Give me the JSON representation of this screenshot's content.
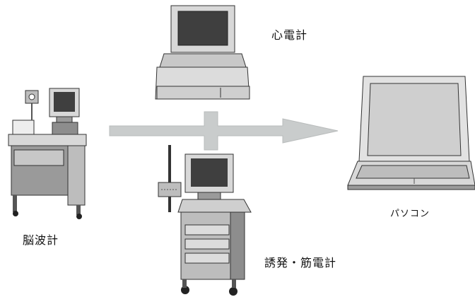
{
  "diagram": {
    "labels": {
      "ecg": "心電計",
      "eeg": "脳波計",
      "ep_emg": "誘発・筋電計",
      "pc": "パソコン"
    },
    "colors": {
      "arrow": "#c9cccc",
      "device_body": "#dadada",
      "device_dark": "#8d8d8d",
      "screen": "#3f3f3f",
      "laptop_screen": "#d0d0d0",
      "outline": "#333333"
    }
  }
}
